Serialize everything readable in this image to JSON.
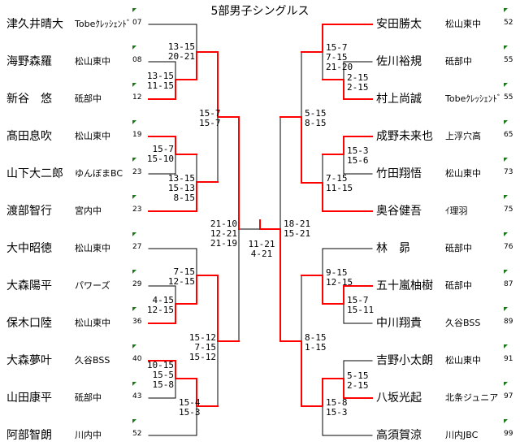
{
  "title": "5部男子シングルス",
  "colors": {
    "winner_line": "#ff0000",
    "line": "#000000",
    "flag": "#1a7a1a"
  },
  "left_players": [
    {
      "name": "津久井晴大",
      "club": "Tobeｸﾚｯｼｪﾝﾄﾞ",
      "seed": "07"
    },
    {
      "name": "海野森羅",
      "club": "松山東中",
      "seed": "08"
    },
    {
      "name": "新谷　悠",
      "club": "砥部中",
      "seed": "12"
    },
    {
      "name": "髙田息吹",
      "club": "松山東中",
      "seed": "19"
    },
    {
      "name": "山下大二郎",
      "club": "ゆんぼまBC",
      "seed": "23"
    },
    {
      "name": "渡部智行",
      "club": "宮内中",
      "seed": "23"
    },
    {
      "name": "大中昭徳",
      "club": "松山東中",
      "seed": "27"
    },
    {
      "name": "大森陽平",
      "club": "パワーズ",
      "seed": "29"
    },
    {
      "name": "保木口陸",
      "club": "松山東中",
      "seed": "36"
    },
    {
      "name": "大森夢叶",
      "club": "久谷BSS",
      "seed": "40"
    },
    {
      "name": "山田康平",
      "club": "砥部中",
      "seed": "43"
    },
    {
      "name": "阿部智朗",
      "club": "川内中",
      "seed": "52"
    }
  ],
  "right_players": [
    {
      "name": "安田勝太",
      "club": "松山東中",
      "seed": "52"
    },
    {
      "name": "佐川裕規",
      "club": "砥部中",
      "seed": "55"
    },
    {
      "name": "村上尚誠",
      "club": "Tobeｸﾚｯｼｪﾝﾄﾞ",
      "seed": "55"
    },
    {
      "name": "成野未来也",
      "club": "上浮穴高",
      "seed": "65"
    },
    {
      "name": "竹田翔悟",
      "club": "松山東中",
      "seed": "73"
    },
    {
      "name": "奥谷健吾",
      "club": "ｲ理羽",
      "seed": "75"
    },
    {
      "name": "林　昴",
      "club": "砥部中",
      "seed": "76"
    },
    {
      "name": "五十嵐柚樹",
      "club": "砥部中",
      "seed": "87"
    },
    {
      "name": "中川翔貴",
      "club": "久谷BSS",
      "seed": "89"
    },
    {
      "name": "吉野小太朗",
      "club": "松山東中",
      "seed": "91"
    },
    {
      "name": "八坂光起",
      "club": "北条ジュニア",
      "seed": "97"
    },
    {
      "name": "高須賀涼",
      "club": "川内JBC",
      "seed": "99"
    }
  ],
  "scores": {
    "l1": "13-15\n20-21",
    "l2": "13-15\n11-15",
    "l3": "15-7\n15-7",
    "l4": "15-7\n15-10",
    "l5": "13-15\n15-13\n8-15",
    "l6": "21-10\n12-21\n21-19",
    "final": "11-21\n4-21",
    "l7": "7-15\n12-15",
    "l8": "4-15\n12-15",
    "l9": "15-12\n7-15\n15-12",
    "l10": "10-15\n15-5\n15-8",
    "l11": "15-4\n15-3",
    "r1": "15-7\n7-15\n21-20",
    "r2": "2-15\n2-15",
    "r3": "5-15\n8-15",
    "r4": "15-3\n15-6",
    "r5": "7-15\n11-15",
    "r6": "18-21\n15-21",
    "r7": "9-15\n12-15",
    "r8": "15-7\n15-11",
    "r9": "8-15\n1-15",
    "r10": "5-15\n2-15",
    "r11": "15-8\n15-3"
  }
}
